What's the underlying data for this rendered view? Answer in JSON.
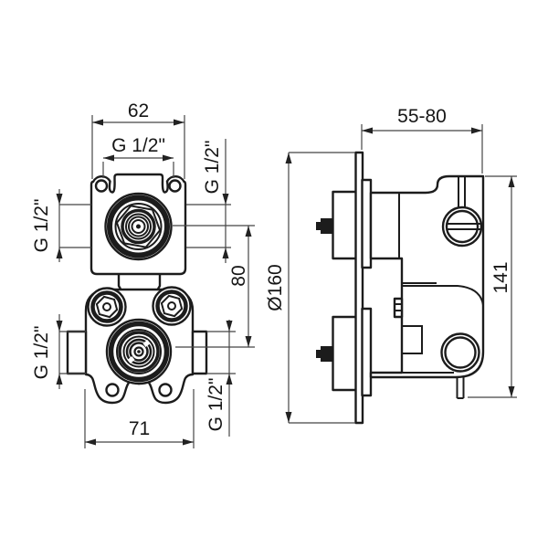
{
  "drawing": {
    "front_view": {
      "top_width": "62",
      "top_thread": "G 1/2\"",
      "left_top_thread": "G 1/2\"",
      "right_top_thread": "G 1/2\"",
      "port_spacing": "80",
      "left_bottom_thread": "G 1/2\"",
      "right_bottom_thread": "G 1/2\"",
      "bottom_width": "71"
    },
    "side_view": {
      "depth_range": "55-80",
      "plate_diameter": "Ø160",
      "height": "141"
    },
    "colors": {
      "line": "#1c1c1c",
      "dim_line": "#454545",
      "text": "#161616",
      "background": "#ffffff"
    }
  }
}
